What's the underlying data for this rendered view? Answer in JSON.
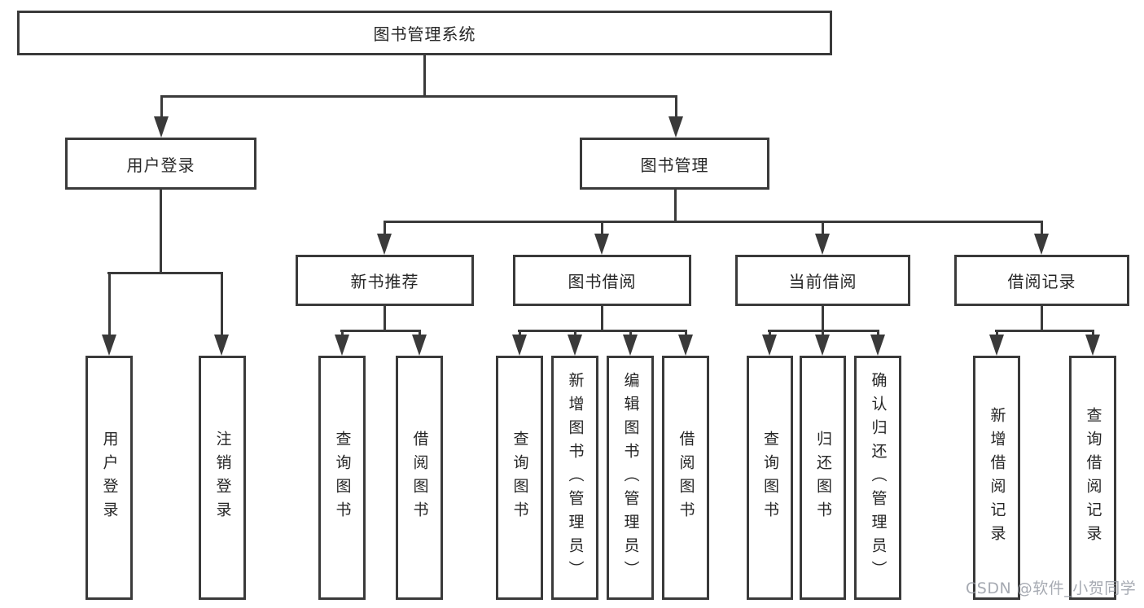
{
  "diagram": {
    "title": "图书管理系统",
    "nodes": [
      {
        "id": "root",
        "label": "图书管理系统"
      },
      {
        "id": "user-login",
        "label": "用户登录"
      },
      {
        "id": "book-mgmt",
        "label": "图书管理"
      },
      {
        "id": "new-book-rec",
        "label": "新书推荐"
      },
      {
        "id": "book-borrow",
        "label": "图书借阅"
      },
      {
        "id": "current-borrow",
        "label": "当前借阅"
      },
      {
        "id": "borrow-records",
        "label": "借阅记录"
      },
      {
        "id": "leaf-user-login",
        "label": "用户登录"
      },
      {
        "id": "leaf-logout",
        "label": "注销登录"
      },
      {
        "id": "leaf-nb-query",
        "label": "查询图书"
      },
      {
        "id": "leaf-nb-borrow",
        "label": "借阅图书"
      },
      {
        "id": "leaf-bb-query",
        "label": "查询图书"
      },
      {
        "id": "leaf-bb-add",
        "label": "新增图书（管理员）"
      },
      {
        "id": "leaf-bb-edit",
        "label": "编辑图书（管理员）"
      },
      {
        "id": "leaf-bb-borrow",
        "label": "借阅图书"
      },
      {
        "id": "leaf-cb-query",
        "label": "查询图书"
      },
      {
        "id": "leaf-cb-return",
        "label": "归还图书"
      },
      {
        "id": "leaf-cb-confirm",
        "label": "确认归还（管理员）"
      },
      {
        "id": "leaf-br-add",
        "label": "新增借阅记录"
      },
      {
        "id": "leaf-br-query",
        "label": "查询借阅记录"
      }
    ],
    "edges": [
      [
        "root",
        "user-login"
      ],
      [
        "root",
        "book-mgmt"
      ],
      [
        "user-login",
        "leaf-user-login"
      ],
      [
        "user-login",
        "leaf-logout"
      ],
      [
        "book-mgmt",
        "new-book-rec"
      ],
      [
        "book-mgmt",
        "book-borrow"
      ],
      [
        "book-mgmt",
        "current-borrow"
      ],
      [
        "book-mgmt",
        "borrow-records"
      ],
      [
        "new-book-rec",
        "leaf-nb-query"
      ],
      [
        "new-book-rec",
        "leaf-nb-borrow"
      ],
      [
        "book-borrow",
        "leaf-bb-query"
      ],
      [
        "book-borrow",
        "leaf-bb-add"
      ],
      [
        "book-borrow",
        "leaf-bb-edit"
      ],
      [
        "book-borrow",
        "leaf-bb-borrow"
      ],
      [
        "current-borrow",
        "leaf-cb-query"
      ],
      [
        "current-borrow",
        "leaf-cb-return"
      ],
      [
        "current-borrow",
        "leaf-cb-confirm"
      ],
      [
        "borrow-records",
        "leaf-br-add"
      ],
      [
        "borrow-records",
        "leaf-br-query"
      ]
    ]
  },
  "watermark": {
    "text": "CSDN @软件_小贺同学"
  },
  "colors": {
    "line": "#3a3a3a",
    "text": "#262626",
    "background": "#ffffff",
    "watermark": "#979ba4"
  }
}
